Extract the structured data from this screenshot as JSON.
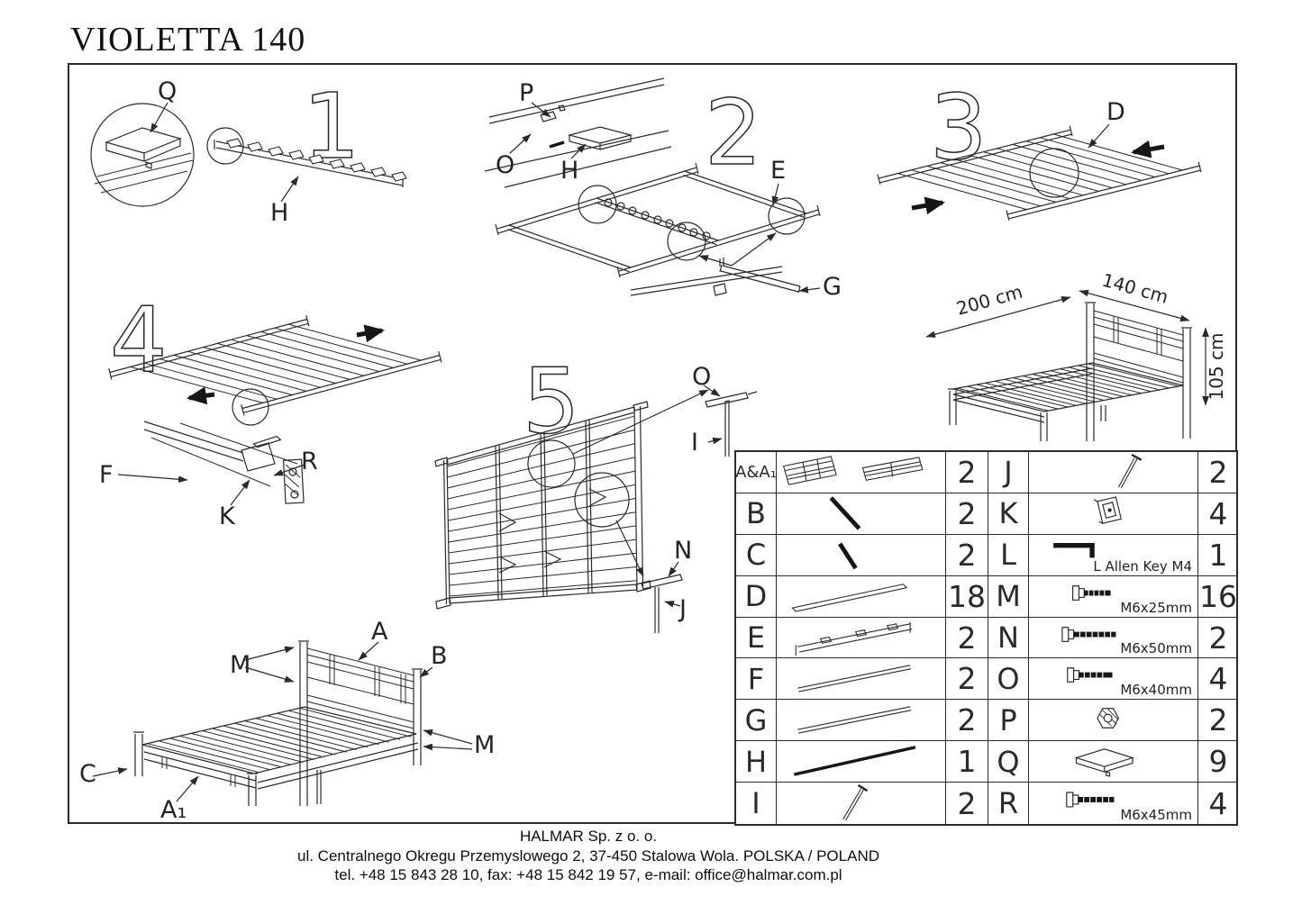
{
  "title": "VIOLETTA 140",
  "steps": {
    "s1": "1",
    "s2": "2",
    "s3": "3",
    "s4": "4",
    "s5": "5"
  },
  "callouts": {
    "step1": {
      "q": "Q",
      "h": "H"
    },
    "step2": {
      "p": "P",
      "o": "O",
      "h": "H",
      "e": "E",
      "g": "G"
    },
    "step3": {
      "d": "D"
    },
    "step4": {
      "f": "F",
      "k": "K",
      "r": "R"
    },
    "step5": {
      "o": "O",
      "i": "I",
      "n": "N",
      "j": "J"
    },
    "assembly": {
      "m_left": "M",
      "a": "A",
      "b": "B",
      "m_right": "M",
      "c": "C",
      "a1": "A₁"
    }
  },
  "dimensions": {
    "length": "200 cm",
    "width": "140 cm",
    "height": "105 cm"
  },
  "parts_table": {
    "rows": [
      {
        "l_letter": "A&A₁",
        "l_icon": "panel-frames-icon",
        "l_qty": "2",
        "r_letter": "J",
        "r_icon": "long-bolt-icon",
        "r_note": "",
        "r_qty": "2"
      },
      {
        "l_letter": "B",
        "l_icon": "thick-rod-icon",
        "l_qty": "2",
        "r_letter": "K",
        "r_icon": "bracket-plate-icon",
        "r_note": "",
        "r_qty": "4"
      },
      {
        "l_letter": "C",
        "l_icon": "short-rod-icon",
        "l_qty": "2",
        "r_letter": "L",
        "r_icon": "allen-key-icon",
        "r_note": "L Allen Key M4",
        "r_qty": "1"
      },
      {
        "l_letter": "D",
        "l_icon": "slat-icon",
        "l_qty": "18",
        "r_letter": "M",
        "r_icon": "bolt-icon",
        "r_note": "M6x25mm",
        "r_qty": "16"
      },
      {
        "l_letter": "E",
        "l_icon": "hook-rail-icon",
        "l_qty": "2",
        "r_letter": "N",
        "r_icon": "bolt-icon",
        "r_note": "M6x50mm",
        "r_qty": "2"
      },
      {
        "l_letter": "F",
        "l_icon": "thin-rail-icon",
        "l_qty": "2",
        "r_letter": "O",
        "r_icon": "bolt-icon",
        "r_note": "M6x40mm",
        "r_qty": "4"
      },
      {
        "l_letter": "G",
        "l_icon": "thin-rail-icon",
        "l_qty": "2",
        "r_letter": "P",
        "r_icon": "hex-nut-icon",
        "r_note": "",
        "r_qty": "2"
      },
      {
        "l_letter": "H",
        "l_icon": "dark-rod-icon",
        "l_qty": "1",
        "r_letter": "Q",
        "r_icon": "pad-icon",
        "r_note": "",
        "r_qty": "9"
      },
      {
        "l_letter": "I",
        "l_icon": "long-pin-icon",
        "l_qty": "2",
        "r_letter": "R",
        "r_icon": "bolt-icon",
        "r_note": "M6x45mm",
        "r_qty": "4"
      }
    ]
  },
  "footer": {
    "company": "HALMAR Sp. z o. o.",
    "address": "ul. Centralnego Okregu Przemyslowego 2, 37-450 Stalowa Wola. POLSKA / POLAND",
    "contact": "tel. +48 15 843 28 10, fax: +48 15 842 19 57, e-mail: office@halmar.com.pl"
  }
}
